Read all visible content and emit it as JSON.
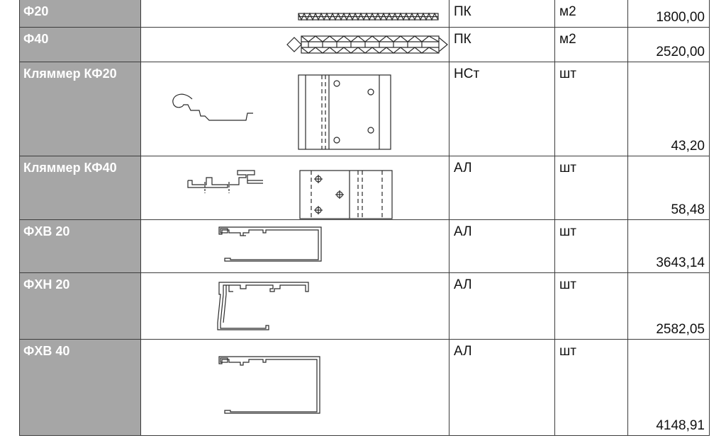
{
  "rows": [
    {
      "name": "Ф20",
      "material": "ПК",
      "unit": "м2",
      "price": "1800,00",
      "drawing": "panel-f20-icon"
    },
    {
      "name": "Ф40",
      "material": "ПК",
      "unit": "м2",
      "price": "2520,00",
      "drawing": "panel-f40-icon"
    },
    {
      "name": "Кляммер КФ20",
      "material": "НСт",
      "unit": "шт",
      "price": "43,20",
      "drawing": "clamp-kf20-icon"
    },
    {
      "name": "Кляммер КФ40",
      "material": "АЛ",
      "unit": "шт",
      "price": "58,48",
      "drawing": "clamp-kf40-icon"
    },
    {
      "name": "ФХВ 20",
      "material": "АЛ",
      "unit": "шт",
      "price": "3643,14",
      "drawing": "profile-fhv20-icon"
    },
    {
      "name": "ФХН 20",
      "material": "АЛ",
      "unit": "шт",
      "price": "2582,05",
      "drawing": "profile-fhn20-icon"
    },
    {
      "name": "ФХВ 40",
      "material": "АЛ",
      "unit": "шт",
      "price": "4148,91",
      "drawing": "profile-fhv40-icon"
    }
  ]
}
